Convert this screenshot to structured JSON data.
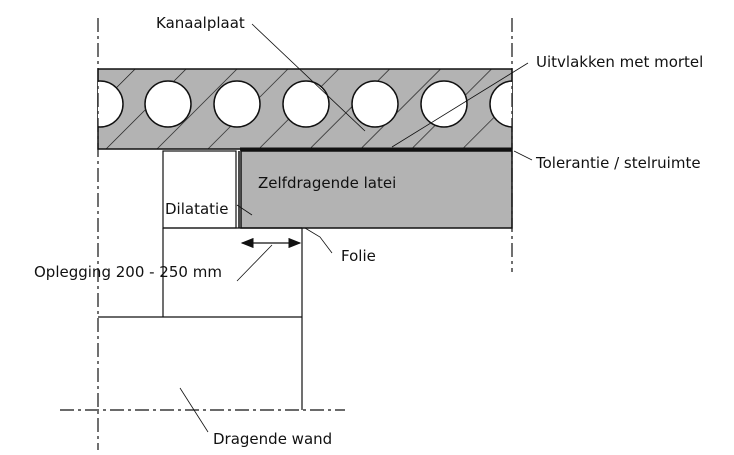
{
  "labels": {
    "kanaalplaat": "Kanaalplaat",
    "uitvlakken": "Uitvlakken met mortel",
    "tolerantie": "Tolerantie / stelruimte",
    "latei": "Zelfdragende latei",
    "dilatatie": "Dilatatie",
    "folie": "Folie",
    "oplegging": "Oplegging 200 - 250 mm",
    "dragende_wand": "Dragende wand"
  },
  "colors": {
    "fill_gray": "#b3b3b3",
    "line": "#111111",
    "background": "#ffffff"
  }
}
